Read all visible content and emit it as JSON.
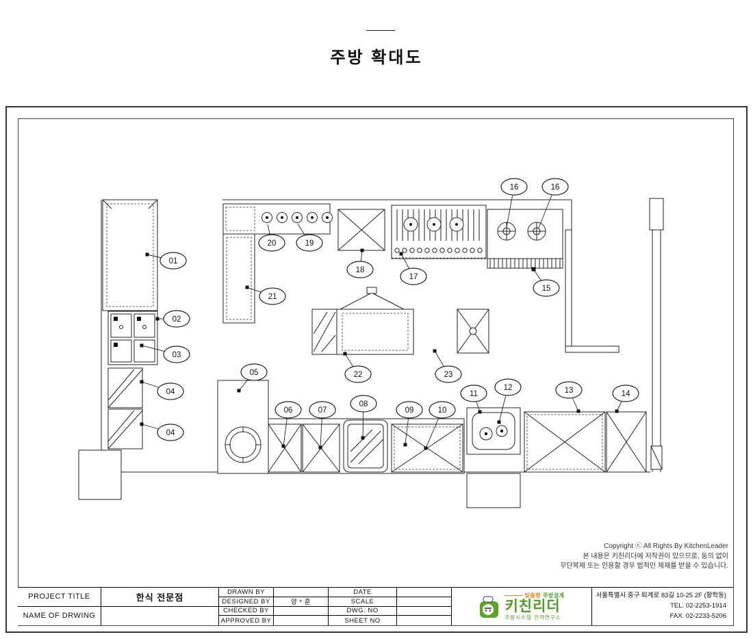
{
  "page": {
    "title": "주방 확대도"
  },
  "callouts": [
    {
      "label": "01"
    },
    {
      "label": "02"
    },
    {
      "label": "03"
    },
    {
      "label": "04"
    },
    {
      "label": "04"
    },
    {
      "label": "05"
    },
    {
      "label": "06"
    },
    {
      "label": "07"
    },
    {
      "label": "08"
    },
    {
      "label": "09"
    },
    {
      "label": "10"
    },
    {
      "label": "11"
    },
    {
      "label": "12"
    },
    {
      "label": "13"
    },
    {
      "label": "14"
    },
    {
      "label": "15"
    },
    {
      "label": "16"
    },
    {
      "label": "16"
    },
    {
      "label": "17"
    },
    {
      "label": "18"
    },
    {
      "label": "19"
    },
    {
      "label": "20"
    },
    {
      "label": "21"
    },
    {
      "label": "22"
    },
    {
      "label": "23"
    }
  ],
  "copyright": {
    "line1": "Copyright ⓒ All Rights By KitchenLeader",
    "line2": "본 내용은 키친리더에 저작권이 있으므로, 동의 없이",
    "line3": "무단복제 또는 인용할 경우 법적인 제재를 받을 수 있습니다."
  },
  "title_block": {
    "project_title_label": "PROJECT TITLE",
    "project_title_value": "한식 전문점",
    "name_of_drawing_label": "NAME OF DRWING",
    "rows": [
      {
        "label": "DRAWN BY",
        "value": "",
        "right_label": "DATE",
        "right_value": ""
      },
      {
        "label": "DESIGNED BY",
        "value": "양 * 훈",
        "right_label": "SCALE",
        "right_value": ""
      },
      {
        "label": "CHECKED BY",
        "value": "",
        "right_label": "DWG. NO",
        "right_value": ""
      },
      {
        "label": "APPROVED BY",
        "value": "",
        "right_label": "SHEET NO",
        "right_value": ""
      }
    ]
  },
  "logo": {
    "tagline_1": "맞춤형",
    "tagline_2": "주방설계",
    "brand": "키친리더",
    "sub": "주방시스템 전략연구소",
    "address": "서울특별시 중구 퇴계로 83길 10-25 2F (황학동)",
    "tel": "TEL. 02-2253-1914",
    "fax": "FAX. 02-2233-5206"
  }
}
